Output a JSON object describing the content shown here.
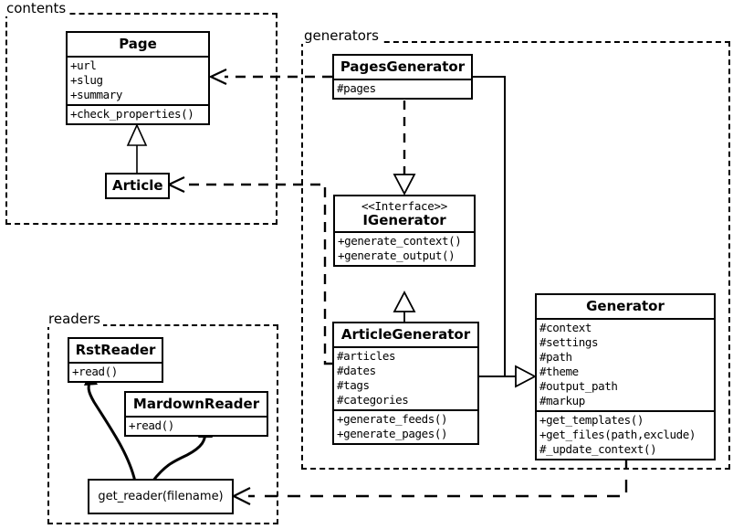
{
  "diagram": {
    "title": "UML class diagram",
    "stroke_color": "#000000",
    "background_color": "#ffffff"
  },
  "packages": [
    {
      "id": "contents",
      "label": "contents"
    },
    {
      "id": "generators",
      "label": "generators"
    },
    {
      "id": "readers",
      "label": "readers"
    }
  ],
  "classes": {
    "page": {
      "name": "Page",
      "attributes": [
        "+url",
        "+slug",
        "+summary"
      ],
      "operations": [
        "+check_properties()"
      ]
    },
    "article": {
      "name": "Article",
      "attributes": [],
      "operations": []
    },
    "pages_generator": {
      "name": "PagesGenerator",
      "attributes": [
        "#pages"
      ],
      "operations": []
    },
    "igenerator": {
      "stereotype": "<<Interface>>",
      "name": "IGenerator",
      "attributes": [],
      "operations": [
        "+generate_context()",
        "+generate_output()"
      ]
    },
    "article_generator": {
      "name": "ArticleGenerator",
      "attributes": [
        "#articles",
        "#dates",
        "#tags",
        "#categories"
      ],
      "operations": [
        "+generate_feeds()",
        "+generate_pages()"
      ]
    },
    "generator": {
      "name": "Generator",
      "attributes": [
        "#context",
        "#settings",
        "#path",
        "#theme",
        "#output_path",
        "#markup"
      ],
      "operations": [
        "+get_templates()",
        "+get_files(path,exclude)",
        "#_update_context()"
      ]
    },
    "rst_reader": {
      "name": "RstReader",
      "attributes": [],
      "operations": [
        "+read()"
      ]
    },
    "mardown_reader": {
      "name": "MardownReader",
      "attributes": [],
      "operations": [
        "+read()"
      ]
    },
    "get_reader": {
      "name": "get_reader(filename)"
    }
  },
  "relationships": [
    {
      "id": "article-inherits-page",
      "type": "generalization",
      "from": "Article",
      "to": "Page"
    },
    {
      "id": "pagesgenerator-realizes-igenerator",
      "type": "realization",
      "from": "PagesGenerator",
      "to": "IGenerator"
    },
    {
      "id": "articlegenerator-inherits-igenerator",
      "type": "generalization",
      "from": "ArticleGenerator",
      "to": "IGenerator"
    },
    {
      "id": "pagesgenerator-inherits-generator",
      "type": "generalization",
      "from": "PagesGenerator",
      "to": "Generator"
    },
    {
      "id": "articlegenerator-inherits-generator",
      "type": "generalization",
      "from": "ArticleGenerator",
      "to": "Generator"
    },
    {
      "id": "pagesgenerator-depends-page",
      "type": "dependency",
      "from": "PagesGenerator",
      "to": "Page"
    },
    {
      "id": "articlegenerator-depends-article",
      "type": "dependency",
      "from": "ArticleGenerator",
      "to": "Article"
    },
    {
      "id": "generator-depends-get-reader",
      "type": "dependency",
      "from": "Generator",
      "to": "get_reader(filename)"
    },
    {
      "id": "get-reader-uses-rstreader",
      "type": "usage",
      "from": "get_reader(filename)",
      "to": "RstReader"
    },
    {
      "id": "get-reader-uses-mardownreader",
      "type": "usage",
      "from": "get_reader(filename)",
      "to": "MardownReader"
    }
  ]
}
